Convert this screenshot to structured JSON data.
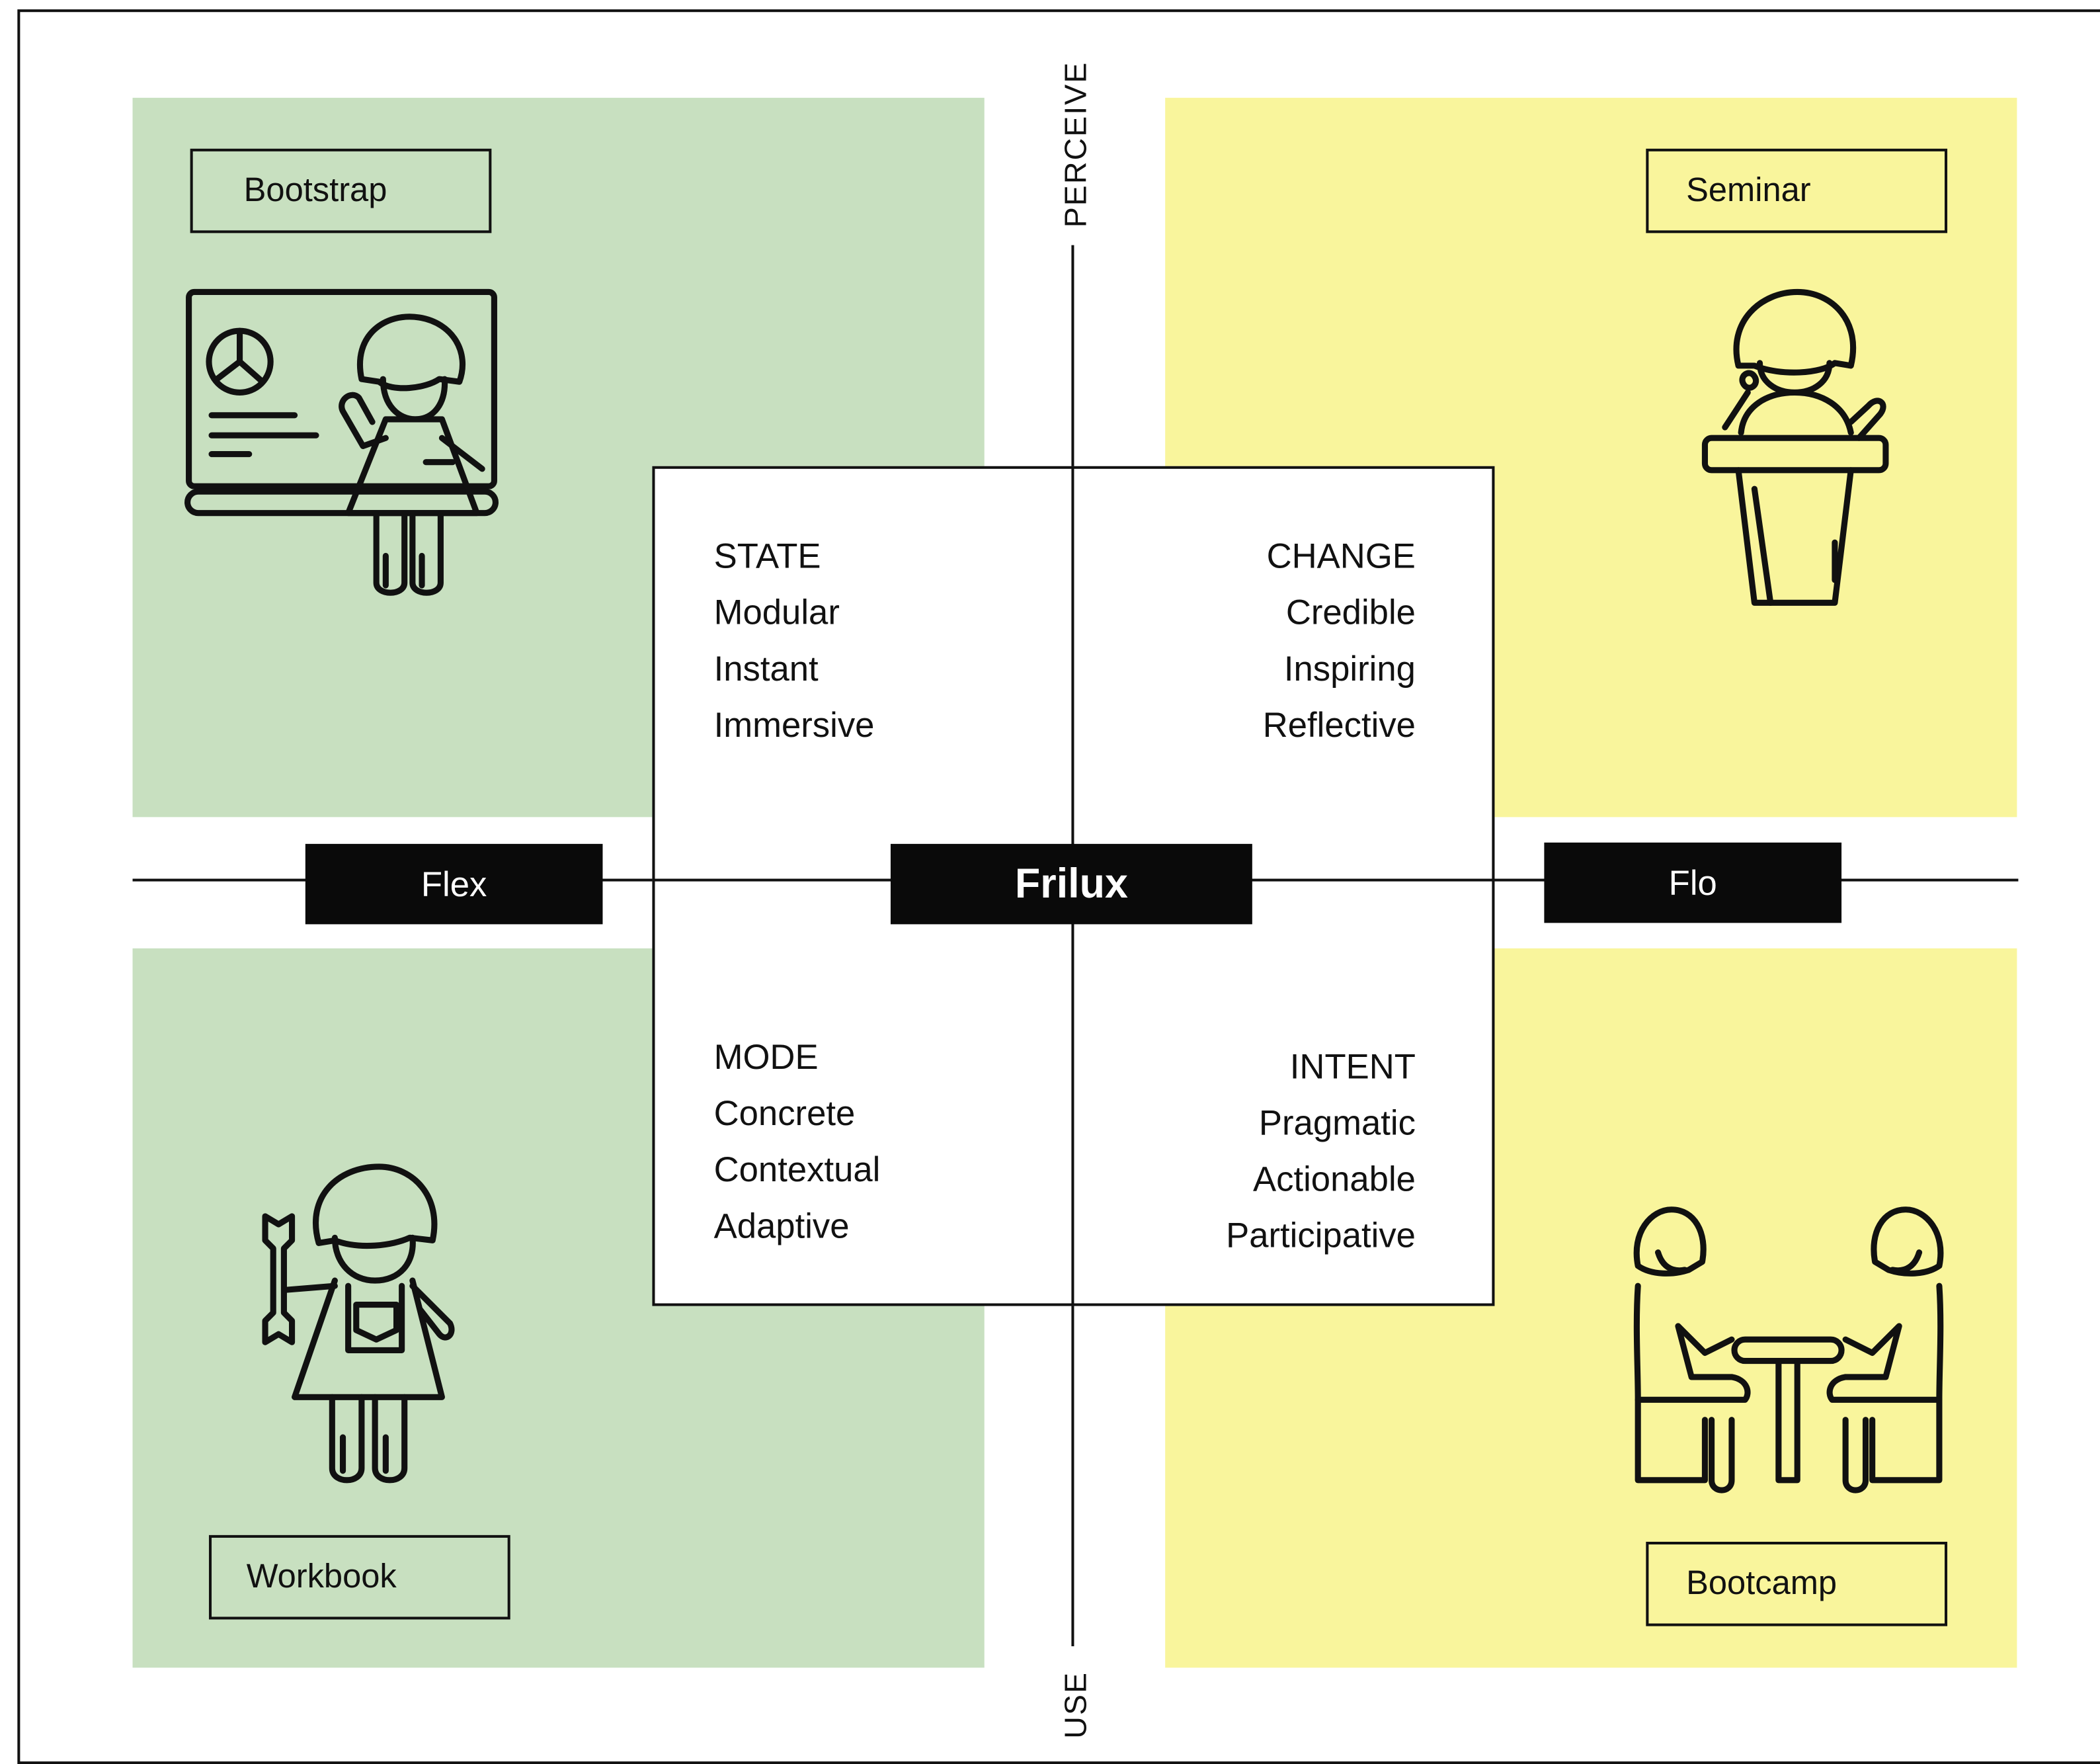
{
  "center": {
    "label": "Frilux"
  },
  "axes": {
    "top": "PERCEIVE",
    "bottom": "USE",
    "left": "Flex",
    "right": "Flo"
  },
  "colors": {
    "green_quadrant": "#c8e0c0",
    "yellow_quadrant": "#f9f59c",
    "pill": "#0a0a0a",
    "stroke": "#111111"
  },
  "quadrants": {
    "top_left": {
      "label": "Bootstrap",
      "icon": "teacher-whiteboard-icon"
    },
    "top_right": {
      "label": "Seminar",
      "icon": "speaker-podium-icon"
    },
    "bottom_left": {
      "label": "Workbook",
      "icon": "worker-wrench-icon"
    },
    "bottom_right": {
      "label": "Bootcamp",
      "icon": "two-people-table-icon"
    }
  },
  "attributes": {
    "state": {
      "heading": "STATE",
      "items": [
        "Modular",
        "Instant",
        "Immersive"
      ]
    },
    "change": {
      "heading": "CHANGE",
      "items": [
        "Credible",
        "Inspiring",
        "Reflective"
      ]
    },
    "mode": {
      "heading": "MODE",
      "items": [
        "Concrete",
        "Contextual",
        "Adaptive"
      ]
    },
    "intent": {
      "heading": "INTENT",
      "items": [
        "Pragmatic",
        "Actionable",
        "Participative"
      ]
    }
  }
}
